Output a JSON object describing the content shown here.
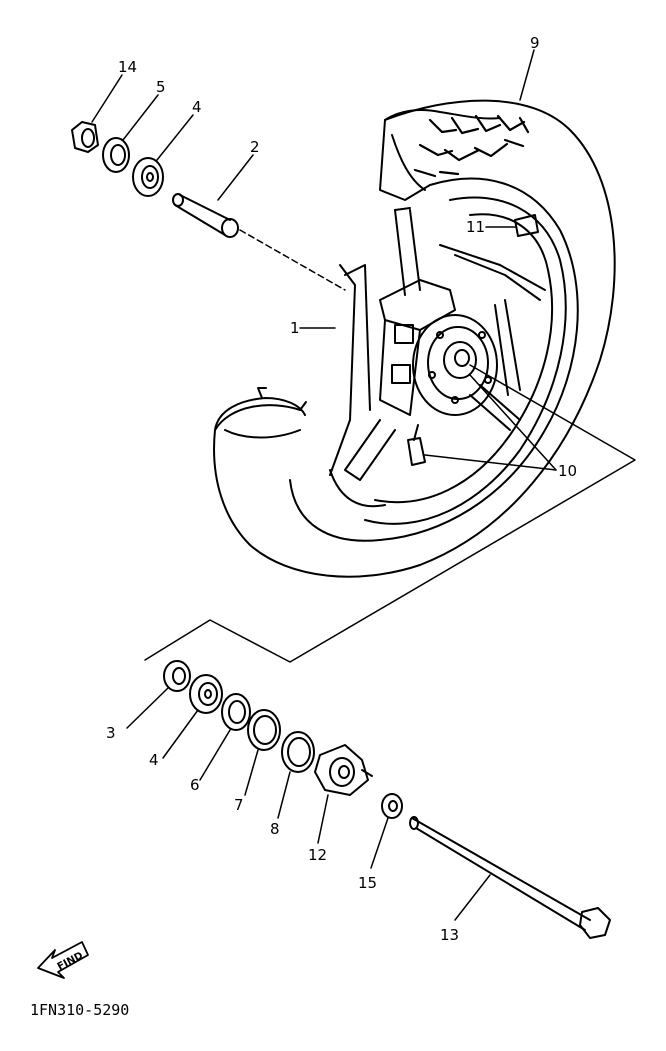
{
  "callouts": {
    "c14": "14",
    "c5a": "5",
    "c4a": "4",
    "c2": "2",
    "c9": "9",
    "c11": "11",
    "c1": "1",
    "c10": "10",
    "c3": "3",
    "c4b": "4",
    "c6": "6",
    "c7": "7",
    "c8": "8",
    "c12": "12",
    "c15": "15",
    "c13": "13"
  },
  "find_label": "FIND",
  "part_code": "1FN310-5290"
}
